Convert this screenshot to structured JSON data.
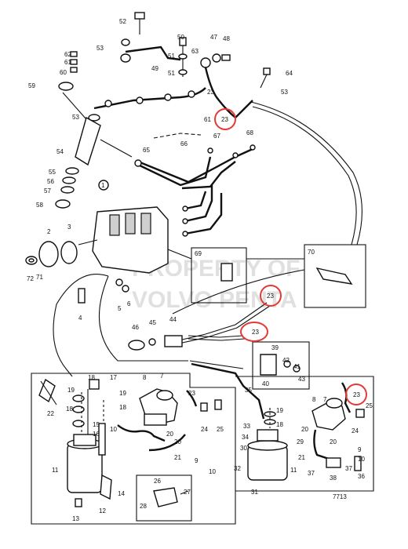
{
  "watermark": {
    "line1": "PROPERTY OF",
    "line2": "VOLVO PENTA"
  },
  "drawing_number": "7713",
  "highlight_color": "#e53935",
  "highlights": [
    "23",
    "23",
    "23",
    "23"
  ],
  "labels": {
    "l1": "1",
    "l2": "2",
    "l3": "3",
    "l4": "4",
    "l5": "5",
    "l6": "6",
    "l7": "7",
    "l8": "8",
    "l9": "9",
    "l10": "10",
    "l11": "11",
    "l12": "12",
    "l13": "13",
    "l14": "14",
    "l15": "15",
    "l16": "16",
    "l17": "17",
    "l18": "18",
    "l19": "19",
    "l20": "20",
    "l21": "21",
    "l22": "22",
    "l23": "23",
    "l24": "24",
    "l25": "25",
    "l26": "26",
    "l27": "27",
    "l28": "28",
    "l29": "29",
    "l30": "30",
    "l31": "31",
    "l32": "32",
    "l33": "33",
    "l34": "34",
    "l35": "35",
    "l36": "36",
    "l37": "37",
    "l38": "38",
    "l39": "39",
    "l40": "40",
    "l41": "41",
    "l42": "42",
    "l43": "43",
    "l44": "44",
    "l45": "45",
    "l46": "46",
    "l47": "47",
    "l48": "48",
    "l49": "49",
    "l50": "50",
    "l51": "51",
    "l52": "52",
    "l53": "53",
    "l54": "54",
    "l55": "55",
    "l56": "56",
    "l57": "57",
    "l58": "58",
    "l59": "59",
    "l60": "60",
    "l61": "61",
    "l62": "62",
    "l63": "63",
    "l64": "64",
    "l65": "65",
    "l66": "66",
    "l67": "67",
    "l68": "68",
    "l69": "69",
    "l70": "70",
    "l71": "71",
    "l72": "72"
  }
}
